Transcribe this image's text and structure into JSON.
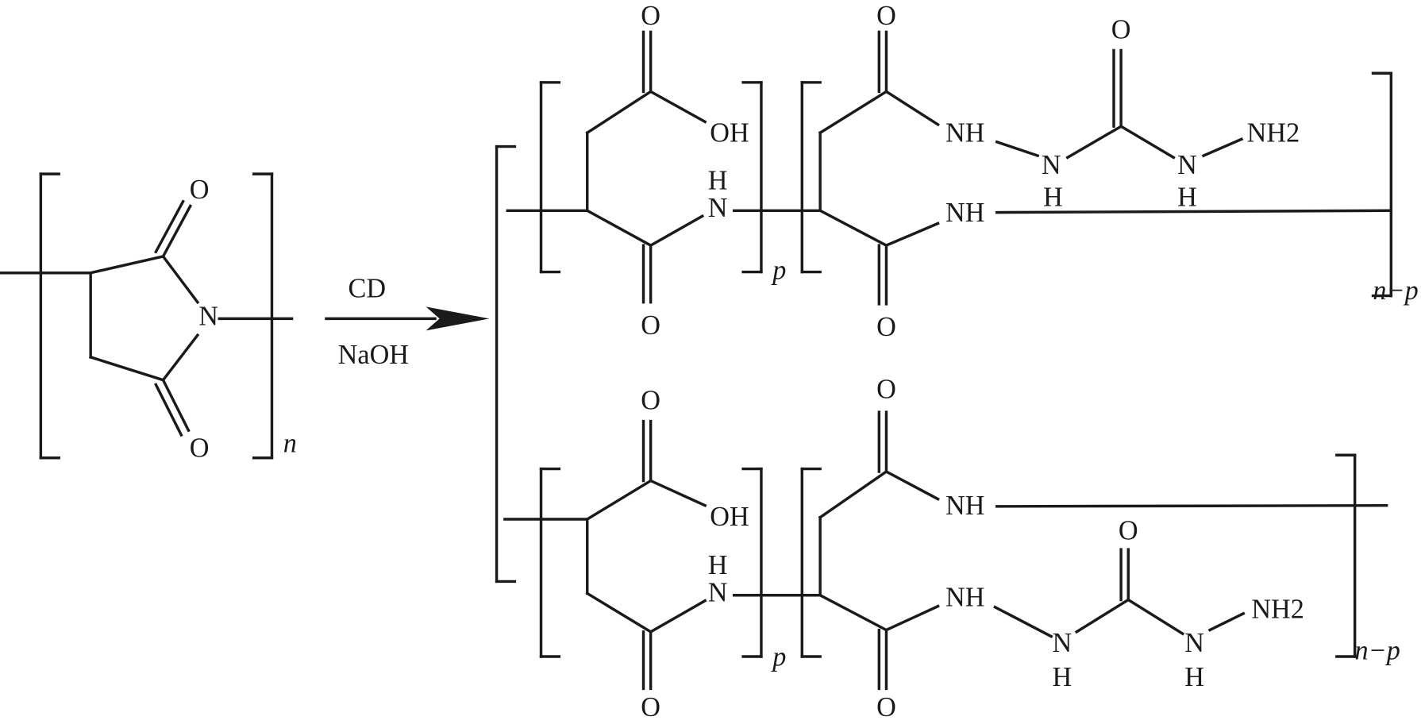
{
  "reaction": {
    "reagents": {
      "above_arrow": "CD",
      "below_arrow": "NaOH"
    },
    "reactant": {
      "atoms": [
        "O",
        "N",
        "O"
      ],
      "repeat_index": "n"
    },
    "product_top": {
      "atoms": [
        "O",
        "OH",
        "H",
        "N",
        "O",
        "O",
        "NH",
        "N",
        "H",
        "O",
        "N",
        "H",
        "NH2",
        "NH",
        "O"
      ],
      "index_1": "p",
      "index_2": "n−p"
    },
    "product_bottom": {
      "atoms": [
        "O",
        "OH",
        "H",
        "N",
        "O",
        "O",
        "NH",
        "NH",
        "N",
        "H",
        "O",
        "N",
        "H",
        "NH2",
        "O"
      ],
      "index_1": "p",
      "index_2": "n−p"
    }
  },
  "colors": {
    "ink": "#1a1a1a",
    "background": "#ffffff"
  }
}
